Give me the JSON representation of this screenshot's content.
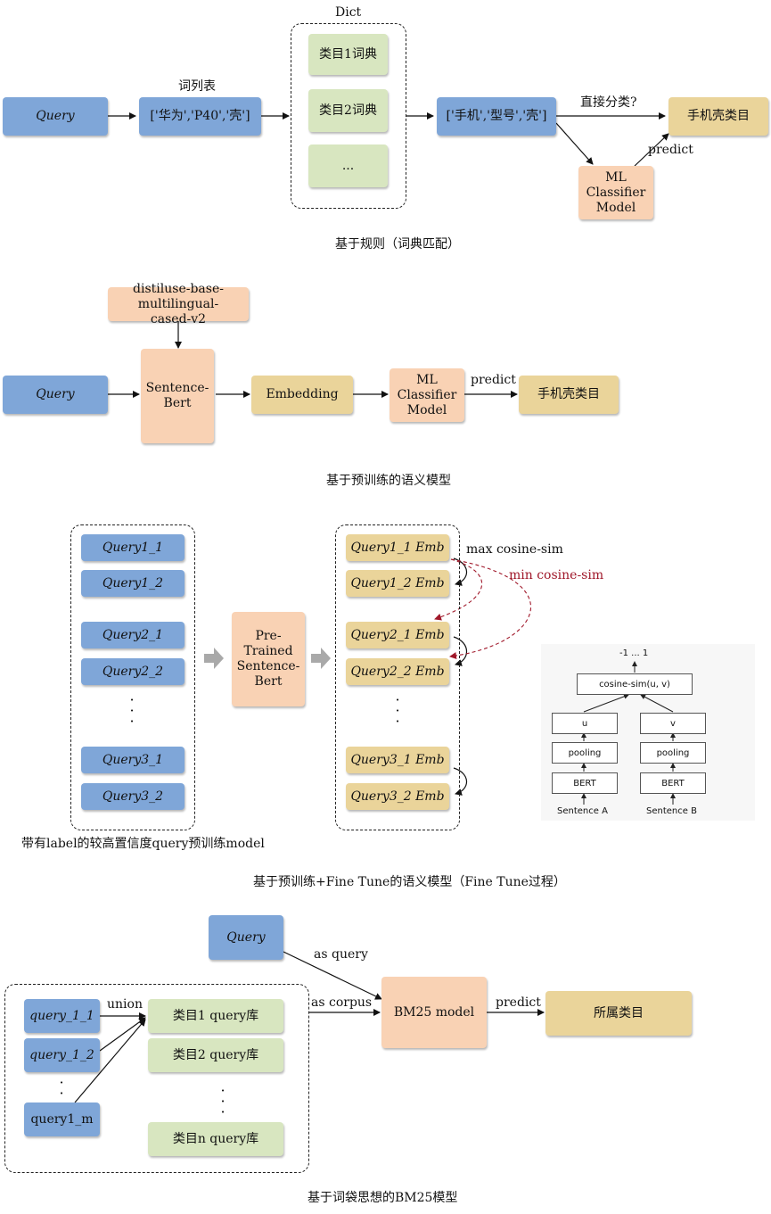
{
  "section1": {
    "query": "Query",
    "word_list_label": "词列表",
    "word_list": "['华为','P40','壳']",
    "dict_label": "Dict",
    "dict_items": [
      "类目1词典",
      "类目2词典",
      "..."
    ],
    "matched": "['手机','型号','壳']",
    "direct_label": "直接分类?",
    "result": "手机壳类目",
    "predict_label": "predict",
    "classifier": "ML Classifier Model",
    "caption": "基于规则（词典匹配）"
  },
  "section2": {
    "model_name": "distiluse-base-multilingual-cased-v2",
    "query": "Query",
    "sentence_bert": "Sentence-Bert",
    "embedding": "Embedding",
    "classifier": "ML Classifier Model",
    "predict_label": "predict",
    "result": "手机壳类目",
    "caption": "基于预训练的语义模型"
  },
  "section3": {
    "queries": [
      "Query1_1",
      "Query1_2",
      "Query2_1",
      "Query2_2",
      "Query3_1",
      "Query3_2"
    ],
    "pretrained": "Pre-Trained Sentence-Bert",
    "embs": [
      "Query1_1 Emb",
      "Query1_2 Emb",
      "Query2_1 Emb",
      "Query2_2 Emb",
      "Query3_1 Emb",
      "Query3_2 Emb"
    ],
    "max_label": "max cosine-sim",
    "min_label": "min cosine-sim",
    "left_note": "带有label的较高置信度query预训练model",
    "caption": "基于预训练+Fine Tune的语义模型（Fine Tune过程）",
    "sbert_figure": {
      "range": "-1 ... 1",
      "cosine": "cosine-sim(u, v)",
      "u": "u",
      "v": "v",
      "pooling": "pooling",
      "bert": "BERT",
      "sentence_a": "Sentence A",
      "sentence_b": "Sentence B"
    }
  },
  "section4": {
    "query": "Query",
    "as_query": "as query",
    "as_corpus": "as corpus",
    "bm25": "BM25 model",
    "predict_label": "predict",
    "result": "所属类目",
    "union_label": "union",
    "queries": [
      "query_1_1",
      "query_1_2",
      "query1_m"
    ],
    "libs": [
      "类目1 query库",
      "类目2 query库",
      "类目n query库"
    ],
    "caption": "基于词袋思想的BM25模型"
  },
  "colors": {
    "blue": "#7fa6d8",
    "green": "#d8e6c0",
    "yellow": "#ead49a",
    "peach": "#f9d2b4",
    "red_arrow": "#a0182a"
  }
}
